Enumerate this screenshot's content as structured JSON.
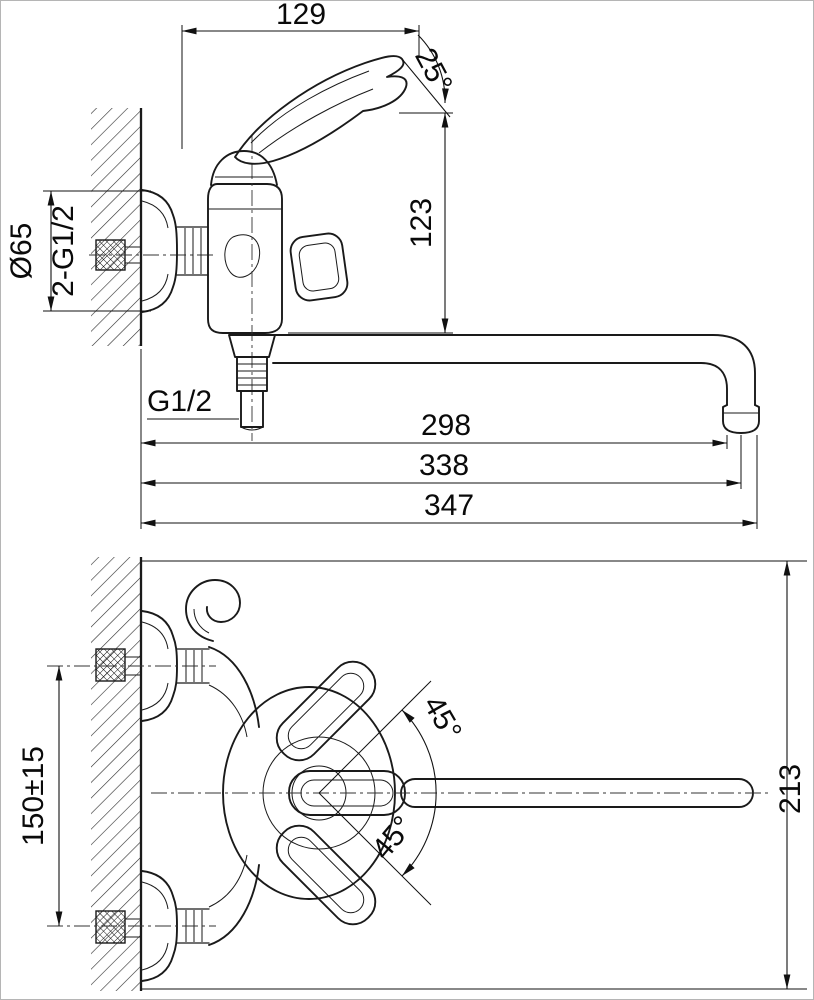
{
  "drawing": {
    "subject": "wall-mounted single-lever bath mixer faucet, two-view dimensioned technical drawing",
    "side_view_dimensions": [
      "129",
      "25°",
      "123",
      "Ø65",
      "2-G1/2",
      "G1/2",
      "298",
      "338",
      "347"
    ],
    "plan_view_dimensions": [
      "45°",
      "45°",
      "150±15",
      "213"
    ],
    "labels": {
      "d129": "129",
      "a25": "25°",
      "d123": "123",
      "dia65": "Ø65",
      "thread2": "2-G1/2",
      "thread1": "G1/2",
      "d298": "298",
      "d338": "338",
      "d347": "347",
      "a45u": "45°",
      "a45l": "45°",
      "d150": "150±15",
      "d213": "213"
    },
    "colors": {
      "ink": "#1a1a1a",
      "paper": "#ffffff"
    }
  }
}
